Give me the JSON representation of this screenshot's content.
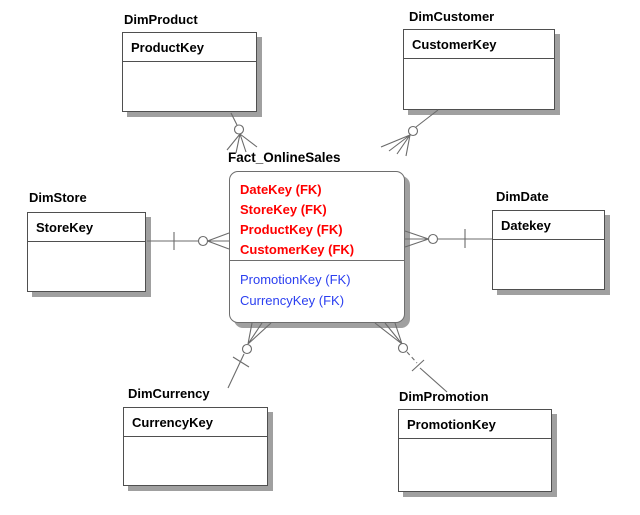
{
  "fact": {
    "title": "Fact_OnlineSales",
    "red_fields": [
      "DateKey (FK)",
      "StoreKey (FK)",
      "ProductKey (FK)",
      "CustomerKey (FK)"
    ],
    "blue_fields": [
      "PromotionKey (FK)",
      "CurrencyKey (FK)"
    ]
  },
  "tables": {
    "product": {
      "title": "DimProduct",
      "key": "ProductKey"
    },
    "customer": {
      "title": "DimCustomer",
      "key": "CustomerKey"
    },
    "store": {
      "title": "DimStore",
      "key": "StoreKey"
    },
    "date": {
      "title": "DimDate",
      "key": "Datekey"
    },
    "currency": {
      "title": "DimCurrency",
      "key": "CurrencyKey"
    },
    "promotion": {
      "title": "DimPromotion",
      "key": "PromotionKey"
    }
  },
  "colors": {
    "fk_primary_red": "#ff0000",
    "fk_secondary_blue": "#2b3ff0",
    "line_gray": "#6b6b6b",
    "shadow_gray": "#a0a0a0"
  }
}
